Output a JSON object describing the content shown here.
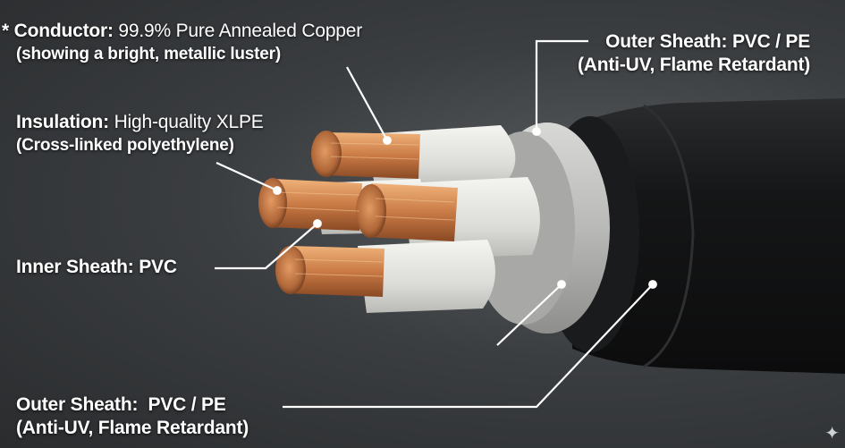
{
  "labels": {
    "conductor": {
      "prefix": "* ",
      "title": "Conductor: ",
      "value": "99.9% Pure Annealed Copper",
      "note": "(showing a bright, metallic luster)"
    },
    "insulation": {
      "title": "Insulation: ",
      "value": "High-quality XLPE",
      "note": "(Cross-linked polyethylene)"
    },
    "inner_sheath": {
      "title": "Inner Sheath: ",
      "value": "PVC"
    },
    "outer_sheath_top": {
      "title": "Outer Sheath: ",
      "value": "PVC / PE",
      "note": "(Anti-UV, Flame Retardant)"
    },
    "outer_sheath_bottom": {
      "title": "Outer Sheath:  ",
      "value": "PVC / PE",
      "note": "(Anti-UV, Flame Retardant)"
    }
  },
  "colors": {
    "copper": "#c97a45",
    "insulation": "#e6e6e2",
    "inner_sheath": "#bfc0bd",
    "outer_sheath": "#151617",
    "leader_line": "#ffffff"
  },
  "icons": {
    "corner_mark": "sparkle-icon"
  }
}
